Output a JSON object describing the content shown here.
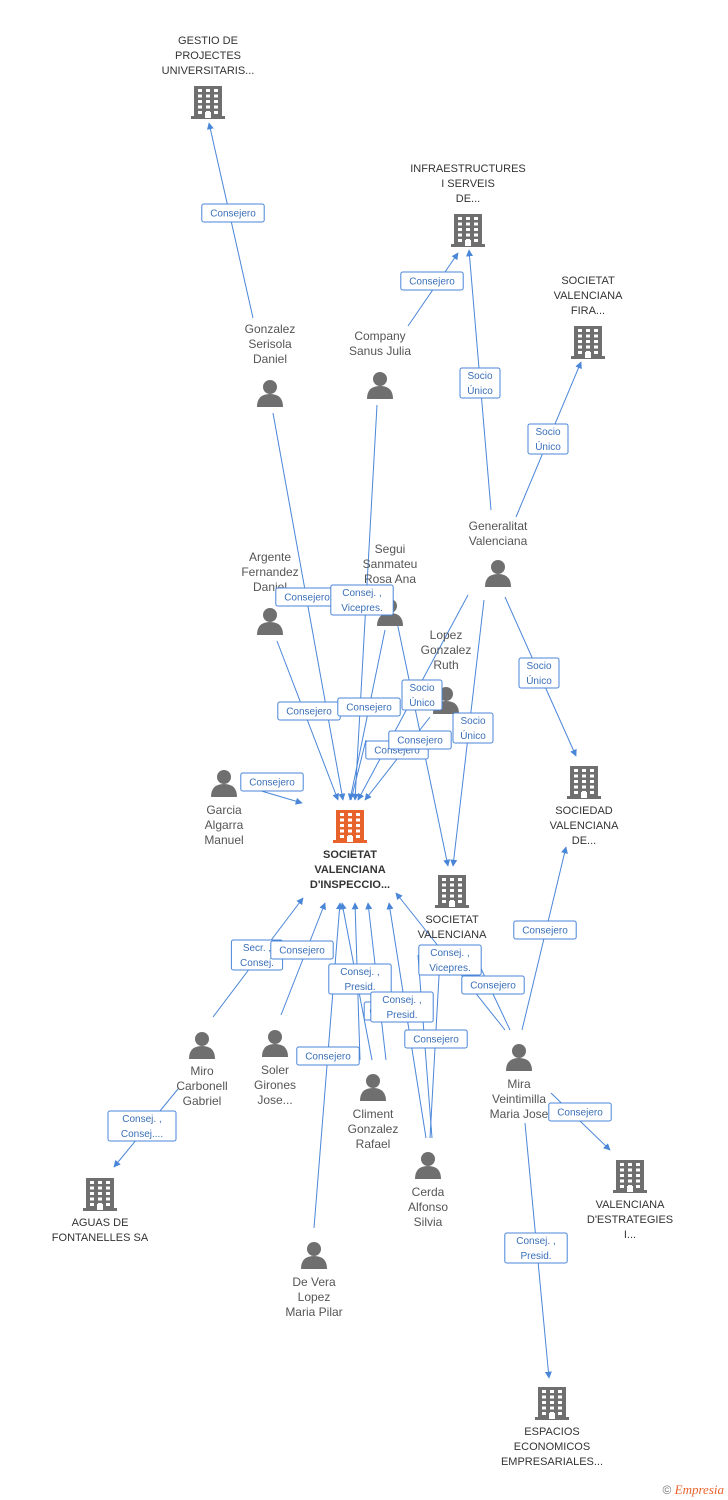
{
  "colors": {
    "edge": "#4a86d8",
    "node": "#6f6f6f",
    "focus": "#e8632c",
    "label_text": "#333333",
    "person_text": "#555555",
    "badge_border": "#4a86d8",
    "badge_text": "#3a6fb8"
  },
  "footer": {
    "copyright": "©",
    "brand": "Empresia"
  },
  "nodes": [
    {
      "id": "gestio",
      "type": "company",
      "icon": "building-icon",
      "lines": [
        "GESTIO DE",
        "PROJECTES",
        "UNIVERSITARIS..."
      ]
    },
    {
      "id": "infra",
      "type": "company",
      "icon": "building-icon",
      "lines": [
        "INFRAESTRUCTURES",
        "I SERVEIS",
        "DE..."
      ]
    },
    {
      "id": "fira",
      "type": "company",
      "icon": "building-icon",
      "lines": [
        "SOCIETAT",
        "VALENCIANA",
        "FIRA..."
      ]
    },
    {
      "id": "gonzalez",
      "type": "person",
      "icon": "person-icon",
      "lines": [
        "Gonzalez",
        "Serisola",
        "Daniel"
      ]
    },
    {
      "id": "company",
      "type": "person",
      "icon": "person-icon",
      "lines": [
        "Company",
        "Sanus Julia"
      ]
    },
    {
      "id": "generalitat",
      "type": "person",
      "icon": "person-icon",
      "lines": [
        "Generalitat",
        "Valenciana"
      ]
    },
    {
      "id": "argente",
      "type": "person",
      "icon": "person-icon",
      "lines": [
        "Argente",
        "Fernandez",
        "Daniel"
      ]
    },
    {
      "id": "segui",
      "type": "person",
      "icon": "person-icon",
      "lines": [
        "Segui",
        "Sanmateu",
        "Rosa Ana"
      ]
    },
    {
      "id": "lopez",
      "type": "person",
      "icon": "person-icon",
      "lines": [
        "Lopez",
        "Gonzalez",
        "Ruth"
      ]
    },
    {
      "id": "garcia",
      "type": "person",
      "icon": "person-icon",
      "lines": [
        "Garcia",
        "Algarra",
        "Manuel"
      ]
    },
    {
      "id": "main",
      "type": "focus",
      "icon": "building-icon",
      "lines": [
        "SOCIETAT",
        "VALENCIANA",
        "D'INSPECCIO..."
      ]
    },
    {
      "id": "sociedad",
      "type": "company",
      "icon": "building-icon",
      "lines": [
        "SOCIEDAD",
        "VALENCIANA",
        "DE..."
      ]
    },
    {
      "id": "socval",
      "type": "company",
      "icon": "building-icon",
      "lines": [
        "SOCIETAT",
        "VALENCIANA"
      ]
    },
    {
      "id": "miro",
      "type": "person",
      "icon": "person-icon",
      "lines": [
        "Miro",
        "Carbonell",
        "Gabriel"
      ]
    },
    {
      "id": "soler",
      "type": "person",
      "icon": "person-icon",
      "lines": [
        "Soler",
        "Girones",
        "Jose..."
      ]
    },
    {
      "id": "climent",
      "type": "person",
      "icon": "person-icon",
      "lines": [
        "Climent",
        "Gonzalez",
        "Rafael"
      ]
    },
    {
      "id": "mira",
      "type": "person",
      "icon": "person-icon",
      "lines": [
        "Mira",
        "Veintimilla",
        "Maria Jose"
      ]
    },
    {
      "id": "cerda",
      "type": "person",
      "icon": "person-icon",
      "lines": [
        "Cerda",
        "Alfonso",
        "Silvia"
      ]
    },
    {
      "id": "aguas",
      "type": "company",
      "icon": "building-icon",
      "lines": [
        "AGUAS DE",
        "FONTANELLES SA"
      ]
    },
    {
      "id": "devera",
      "type": "person",
      "icon": "person-icon",
      "lines": [
        "De Vera",
        "Lopez",
        "Maria Pilar"
      ]
    },
    {
      "id": "estrat",
      "type": "company",
      "icon": "building-icon",
      "lines": [
        "VALENCIANA",
        "D'ESTRATEGIES",
        "I..."
      ]
    },
    {
      "id": "espacios",
      "type": "company",
      "icon": "building-icon",
      "lines": [
        "ESPACIOS",
        "ECONOMICOS",
        "EMPRESARIALES..."
      ]
    }
  ],
  "edges": [
    {
      "lines": [
        "Consejero"
      ]
    },
    {
      "lines": [
        "Consejero"
      ]
    },
    {
      "lines": [
        "Socio",
        "Único"
      ]
    },
    {
      "lines": [
        "Socio",
        "Único"
      ]
    },
    {
      "lines": [
        "Consejero"
      ]
    },
    {
      "lines": [
        "Consej. ,",
        "Vicepres."
      ]
    },
    {
      "lines": [
        "Consejero"
      ]
    },
    {
      "lines": [
        "Consejero"
      ]
    },
    {
      "lines": [
        "Consejero"
      ]
    },
    {
      "lines": [
        "Consejero"
      ]
    },
    {
      "lines": [
        "Consejero"
      ]
    },
    {
      "lines": [
        "Socio",
        "Único"
      ]
    },
    {
      "lines": [
        "Socio",
        "Único"
      ]
    },
    {
      "lines": [
        "Socio",
        "Único"
      ]
    },
    {
      "lines": [
        "Secr. ,",
        "Consej."
      ]
    },
    {
      "lines": [
        "Consejero"
      ]
    },
    {
      "lines": [
        "Consej. ,",
        "Presid."
      ]
    },
    {
      "lines": [
        "C"
      ]
    },
    {
      "lines": [
        "Consej. ,",
        "Presid."
      ]
    },
    {
      "lines": [
        "Consej. ,",
        "Vicepres."
      ]
    },
    {
      "lines": [
        "Consejero"
      ]
    },
    {
      "lines": [
        "Consejero"
      ]
    },
    {
      "lines": [
        "Consejero"
      ]
    },
    {
      "lines": [
        "Consejero"
      ]
    },
    {
      "lines": [
        "Consej. ,",
        "Consej...."
      ]
    },
    {
      "lines": [
        "Consejero"
      ]
    },
    {
      "lines": [
        "Consej. ,",
        "Presid."
      ]
    }
  ]
}
